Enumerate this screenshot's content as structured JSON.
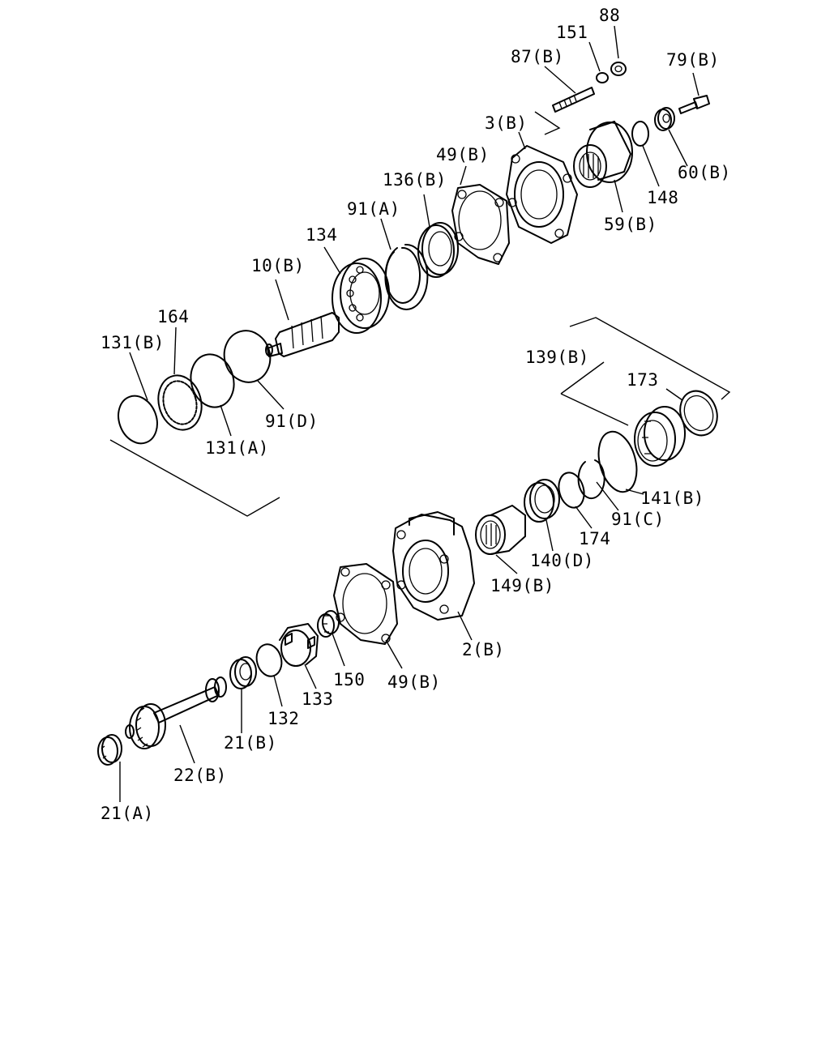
{
  "labels": {
    "l88": "88",
    "l151": "151",
    "l87b": "87(B)",
    "l79b": "79(B)",
    "l3b": "3(B)",
    "l49b_top": "49(B)",
    "l136b": "136(B)",
    "l60b": "60(B)",
    "l148": "148",
    "l59b": "59(B)",
    "l91a": "91(A)",
    "l134": "134",
    "l10b": "10(B)",
    "l164": "164",
    "l131b": "131(B)",
    "l91d": "91(D)",
    "l131a": "131(A)",
    "l139b": "139(B)",
    "l173": "173",
    "l141b": "141(B)",
    "l91c": "91(C)",
    "l174": "174",
    "l140d": "140(D)",
    "l149b": "149(B)",
    "l2b": "2(B)",
    "l150": "150",
    "l49b_bottom": "49(B)",
    "l133": "133",
    "l132": "132",
    "l21b": "21(B)",
    "l22b": "22(B)",
    "l21a": "21(A)"
  }
}
